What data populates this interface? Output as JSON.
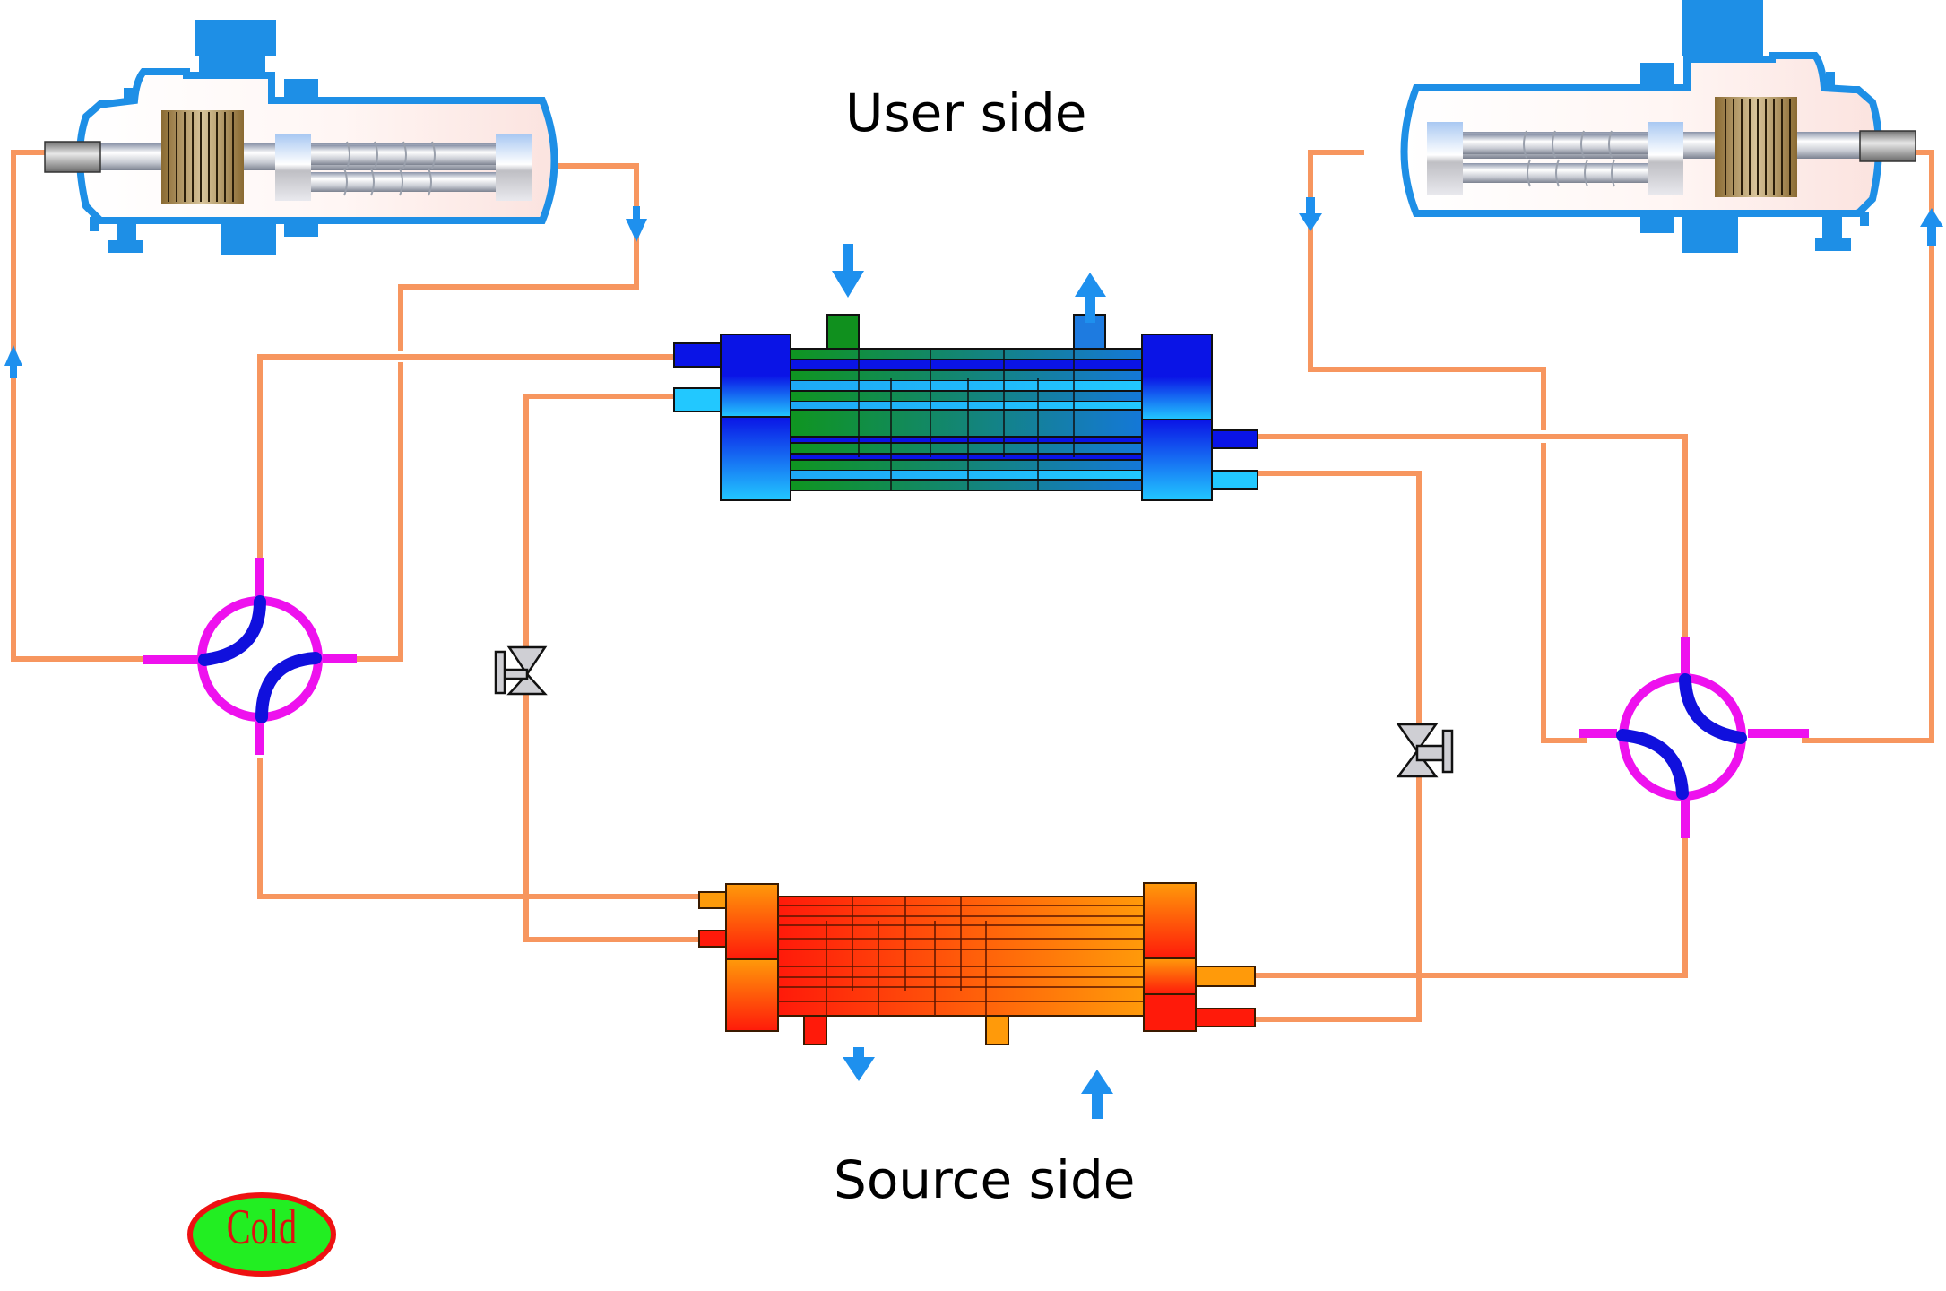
{
  "diagram": {
    "title": "Heat pump refrigerant circuit (cooling mode)",
    "labels": {
      "user_side": "User side",
      "source_side": "Source side"
    },
    "mode_badge": {
      "text": "Cold",
      "fill": "#22ee22",
      "border": "#ee1111",
      "text_color": "#e01010"
    },
    "components": {
      "compressors": [
        {
          "id": "left-screw-compressor",
          "type": "screw compressor"
        },
        {
          "id": "right-screw-compressor",
          "type": "screw compressor"
        }
      ],
      "heat_exchangers": [
        {
          "id": "user-side-heat-exchanger",
          "type": "shell and tube",
          "theme": "cold (blue/green)"
        },
        {
          "id": "source-side-heat-exchanger",
          "type": "shell and tube",
          "theme": "hot (red/orange)"
        }
      ],
      "four_way_valves": [
        {
          "id": "left-four-way-valve"
        },
        {
          "id": "right-four-way-valve"
        }
      ],
      "expansion_valves": [
        {
          "id": "left-expansion-valve"
        },
        {
          "id": "right-expansion-valve"
        }
      ]
    },
    "colors": {
      "pipe": "#f7965f",
      "compressor_body": "#1e8fe6",
      "flow_arrow": "#1e90ee",
      "valve_ring": "#ee11ee",
      "valve_spool": "#1010dd",
      "user_hx_dark": "#0a14e6",
      "user_hx_light": "#22c8ff",
      "user_hx_tube_green": "#10901e",
      "source_hx_red": "#ff1a0a",
      "source_hx_orange": "#ff9a0a"
    }
  }
}
